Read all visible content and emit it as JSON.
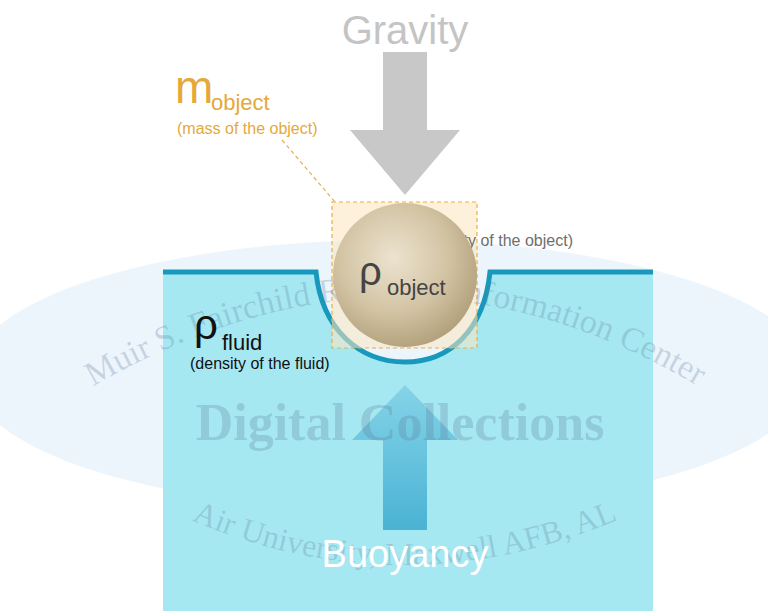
{
  "diagram": {
    "nodes": [
      {
        "text": [
          "ρ",
          "object"
        ]
      }
    ],
    "labels": [
      "Gravity",
      "m",
      "object",
      "(mass of the object)",
      "(density of the object)",
      "ρ",
      "fluid",
      "(density of the fluid)",
      "Buoyancy",
      "Muir S. Fairchild Research Information Center",
      "Digital Collections",
      "Air University, Maxwell AFB, AL"
    ]
  }
}
